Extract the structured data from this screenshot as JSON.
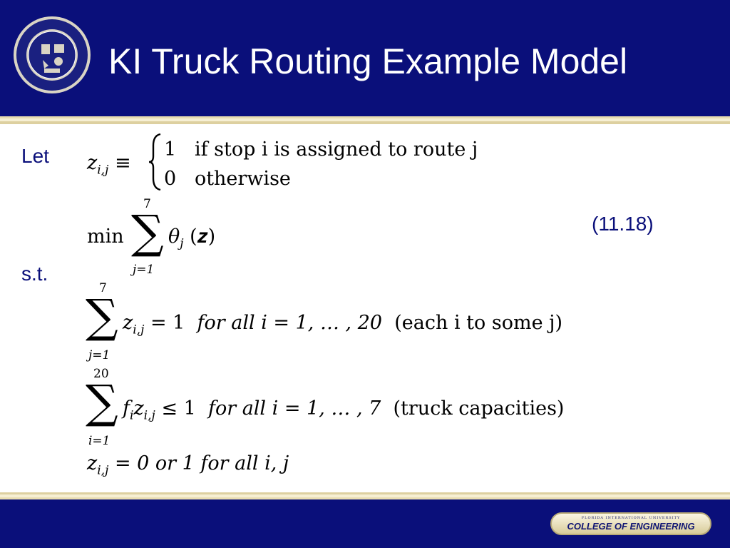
{
  "slide": {
    "title": "KI Truck Routing Example Model",
    "let_label": "Let",
    "st_label": "s.t.",
    "equation_number": "(11.18)"
  },
  "definition": {
    "var": "z",
    "sub": "i,j",
    "equiv": "≡",
    "case1_value": "1",
    "case1_text": "if  stop i is assigned to route j",
    "case0_value": "0",
    "case0_text": "otherwise"
  },
  "objective": {
    "min": "min",
    "upper": "7",
    "lower": "j=1",
    "theta": "θ",
    "theta_sub": "j",
    "arg": "(𝒛)"
  },
  "constraint1": {
    "upper": "7",
    "lower": "j=1",
    "var": "z",
    "sub": "i,j",
    "rhs": "= 1",
    "forall": "for all i = 1, … , 20",
    "note": "(each i to some j)"
  },
  "constraint2": {
    "upper": "20",
    "lower": "i=1",
    "f": "f",
    "f_sub": "i",
    "var": "z",
    "sub": "i,j",
    "rhs": "≤ 1",
    "forall": "for all i = 1, … , 7",
    "note": "(truck capacities)"
  },
  "constraint3": {
    "var": "z",
    "sub": "i,j",
    "text": "= 0 or 1 for all i, j"
  },
  "footer": {
    "badge_top": "FLORIDA INTERNATIONAL UNIVERSITY",
    "badge_main": "COLLEGE OF ENGINEERING"
  },
  "colors": {
    "navy": "#0a0f7a",
    "gold": "#e8dcb0"
  }
}
